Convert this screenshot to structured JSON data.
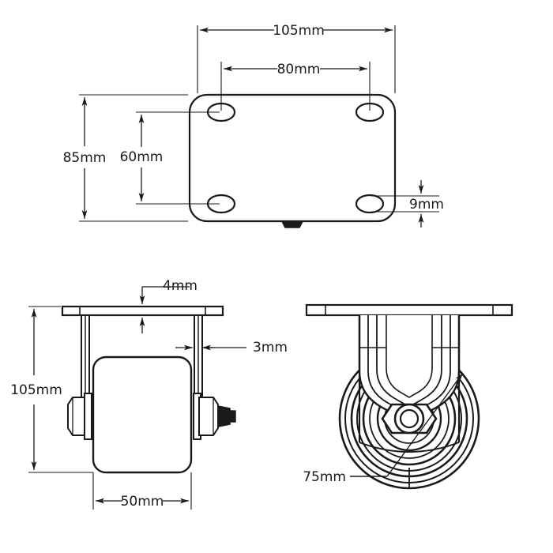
{
  "drawing": {
    "title": "Fixed caster wheel technical drawing",
    "background_color": "#ffffff",
    "line_color": "#1a1a1a",
    "units": "mm"
  },
  "views": {
    "top": {
      "name": "top-plate-view",
      "description": "Top mounting plate with four oval bolt slots"
    },
    "side": {
      "name": "side-elevation-view",
      "description": "Side elevation showing plate, fork legs, wheel and axle bolts"
    },
    "front": {
      "name": "front-elevation-view",
      "description": "Front elevation showing yoke, wheel face and hub nut"
    }
  },
  "dimensions": {
    "plate_length": "105mm",
    "bolt_spacing_horizontal": "80mm",
    "plate_width": "85mm",
    "bolt_spacing_vertical": "60mm",
    "slot_height": "9mm",
    "plate_thickness": "4mm",
    "leg_thickness": "3mm",
    "overall_height": "105mm",
    "wheel_width": "50mm",
    "wheel_diameter": "75mm"
  }
}
